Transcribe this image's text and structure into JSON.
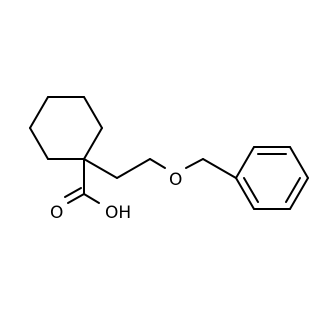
{
  "molecule": {
    "atoms": {
      "oxygen_ether": "O",
      "oxygen_carbonyl": "O",
      "hydroxyl": "OH"
    }
  },
  "colors": {
    "bond": "#000000",
    "background": "#ffffff"
  }
}
